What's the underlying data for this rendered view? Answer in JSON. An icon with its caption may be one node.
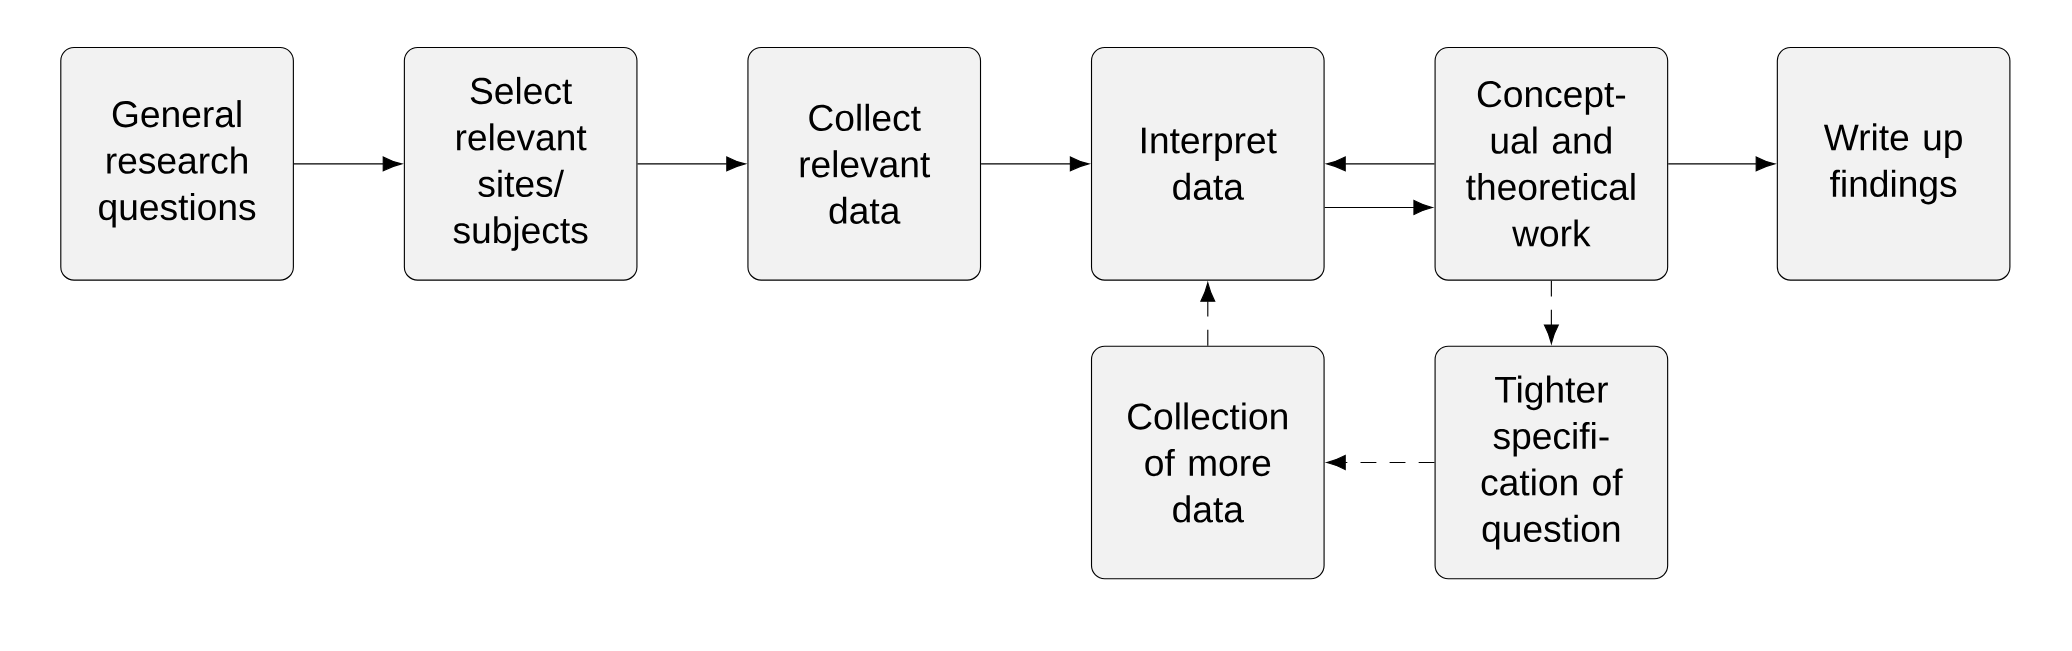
{
  "diagram": {
    "nodes": [
      {
        "text": [
          "General research questions"
        ]
      },
      {
        "text": [
          "Select relevant sites/ subjects"
        ]
      },
      {
        "text": [
          "Collect relevant data"
        ]
      },
      {
        "text": [
          "Interpret data"
        ]
      },
      {
        "text": [
          "Concept-ual and theoretical work"
        ]
      },
      {
        "text": [
          "Write up findings"
        ]
      },
      {
        "text": [
          "Collection of more data"
        ]
      },
      {
        "text": [
          "Tighter specifi-cation of question"
        ]
      }
    ],
    "edges": [
      {
        "from": 0,
        "to": 1,
        "arrow": "to"
      },
      {
        "from": 1,
        "to": 2,
        "arrow": "to"
      },
      {
        "from": 2,
        "to": 3,
        "arrow": "to"
      },
      {
        "from": 4,
        "to": 3,
        "arrow": "to"
      },
      {
        "from": 3,
        "to": 4,
        "arrow": "to"
      },
      {
        "from": 4,
        "to": 5,
        "arrow": "to"
      },
      {
        "from": 4,
        "to": 7,
        "arrow": "to",
        "style": "dashed"
      },
      {
        "from": 7,
        "to": 6,
        "arrow": "to",
        "style": "dashed"
      },
      {
        "from": 6,
        "to": 3,
        "arrow": "to",
        "style": "dashed"
      }
    ]
  }
}
